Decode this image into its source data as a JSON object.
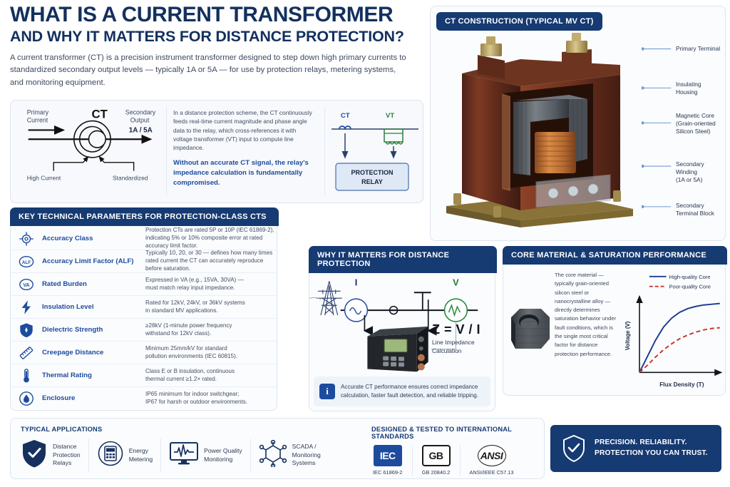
{
  "header": {
    "title_line1": "WHAT IS A CURRENT TRANSFORMER",
    "title_line2": "AND WHY IT MATTERS FOR DISTANCE PROTECTION?",
    "subtitle": "A current transformer (CT) is a precision instrument transformer designed to step down high primary currents to standardized secondary output levels — typically 1A or 5A — for use by protection relays, metering systems, and monitoring equipment."
  },
  "ct_diagram": {
    "primary_current": "Primary\nCurrent",
    "ct_label": "CT",
    "secondary_output": "Secondary\nOutput",
    "secondary_value": "1A / 5A",
    "high_current": "High Current",
    "standardized": "Standardized",
    "paragraph": "In a distance protection scheme, the CT continuously feeds real-time current magnitude and phase angle data to the relay, which cross-references it with voltage transformer (VT) input to compute line impedance.",
    "emphasis": "Without an accurate CT signal, the relay's impedance calculation is fundamentally compromised.",
    "mini": {
      "ct": "CT",
      "vt": "VT",
      "relay_line1": "PROTECTION",
      "relay_line2": "RELAY"
    }
  },
  "key_parameters": {
    "title": "KEY TECHNICAL PARAMETERS FOR PROTECTION-CLASS CTS",
    "rows": [
      {
        "icon": "crosshair-target-icon",
        "label": "Accuracy Class",
        "desc": "Protection CTs are rated 5P or 10P (IEC 61869-2),\nindicating 5% or 10% composite error at rated accuracy limit factor."
      },
      {
        "icon": "alf-circle-icon",
        "label": "Accuracy Limit Factor (ALF)",
        "desc": "Typically 10, 20, or 30 — defines how many times\nrated current the CT can accurately reproduce before saturation."
      },
      {
        "icon": "va-circle-icon",
        "label": "Rated Burden",
        "desc": "Expressed in VA (e.g., 15VA, 30VA) —\nmust match relay input impedance."
      },
      {
        "icon": "lightning-bolt-icon",
        "label": "Insulation Level",
        "desc": "Rated for 12kV, 24kV, or 36kV systems\nin standard MV applications."
      },
      {
        "icon": "shield-icon",
        "label": "Dielectric Strength",
        "desc": "≥28kV (1-minute power frequency\nwithstand for 12kV class)."
      },
      {
        "icon": "ruler-icon",
        "label": "Creepage Distance",
        "desc": "Minimum 25mm/kV for standard\npollution environments (IEC 60815)."
      },
      {
        "icon": "thermometer-icon",
        "label": "Thermal Rating",
        "desc": "Class E or B insulation, continuous\nthermal current ≥1.2× rated."
      },
      {
        "icon": "water-drop-icon",
        "label": "Enclosure",
        "desc": "IP65 minimum for indoor switchgear;\nIP67 for harsh or outdoor environments."
      }
    ]
  },
  "ct_construction": {
    "title": "CT CONSTRUCTION (TYPICAL MV CT)",
    "callouts": [
      "Primary Terminal",
      "Insulating\nHousing",
      "Magnetic Core\n(Grain-oriented\nSilicon Steel)",
      "Secondary Winding\n(1A or 5A)",
      "Secondary\nTerminal Block"
    ]
  },
  "why_it_matters": {
    "title": "WHY IT MATTERS FOR DISTANCE PROTECTION",
    "current_symbol": "I",
    "voltage_symbol": "V",
    "formula": "Z = V / I",
    "formula_caption": "Line Impedance\nCalculation",
    "note": "Accurate CT performance ensures correct impedance calculation, faster fault detection, and reliable tripping."
  },
  "core_material": {
    "title": "CORE MATERIAL & SATURATION PERFORMANCE",
    "paragraph": "The core material — typically grain-oriented silicon steel or nanocrystalline alloy — directly determines saturation behavior under fault conditions, which is the single most critical factor for distance protection performance."
  },
  "chart_data": {
    "type": "line",
    "title": "",
    "xlabel": "Flux Density (T)",
    "ylabel": "Voltage (V)",
    "grid": false,
    "legend_position": "top-right",
    "x": [
      0,
      0.1,
      0.2,
      0.3,
      0.4,
      0.5,
      0.6,
      0.7,
      0.8,
      0.9,
      1.0
    ],
    "xlim": [
      0,
      1.0
    ],
    "ylim": [
      0,
      1.0
    ],
    "series": [
      {
        "name": "High-quality Core",
        "color": "#1f3d8f",
        "style": "solid",
        "values": [
          0,
          0.22,
          0.44,
          0.62,
          0.74,
          0.82,
          0.87,
          0.9,
          0.92,
          0.93,
          0.94
        ]
      },
      {
        "name": "Poor-quality Core",
        "color": "#d0342c",
        "style": "dashed",
        "values": [
          0,
          0.1,
          0.21,
          0.31,
          0.39,
          0.46,
          0.51,
          0.55,
          0.58,
          0.6,
          0.61
        ]
      }
    ]
  },
  "footer": {
    "applications_title": "TYPICAL APPLICATIONS",
    "applications": [
      {
        "icon": "shield-check-icon",
        "label": "Distance\nProtection\nRelays"
      },
      {
        "icon": "energy-meter-icon",
        "label": "Energy\nMetering"
      },
      {
        "icon": "monitor-waveform-icon",
        "label": "Power Quality\nMonitoring"
      },
      {
        "icon": "network-nodes-icon",
        "label": "SCADA /\nMonitoring\nSystems"
      }
    ],
    "standards_title": "DESIGNED & TESTED TO INTERNATIONAL STANDARDS",
    "standards": [
      {
        "mark": "IEC",
        "label": "IEC 61869-2"
      },
      {
        "mark": "GB",
        "label": "GB 20840.2"
      },
      {
        "mark": "ANSI",
        "label": "ANSI/IEEE C57.13"
      }
    ],
    "trust_line1": "PRECISION. RELIABILITY.",
    "trust_line2": "PROTECTION YOU CAN TRUST."
  },
  "colors": {
    "navy": "#163a72",
    "deep_navy": "#13305e",
    "accent_blue": "#1d4b9e",
    "chart_blue": "#1f3d8f",
    "chart_red": "#d0342c",
    "panel_bg": "#fbfcfe",
    "border": "#dde4ee"
  }
}
